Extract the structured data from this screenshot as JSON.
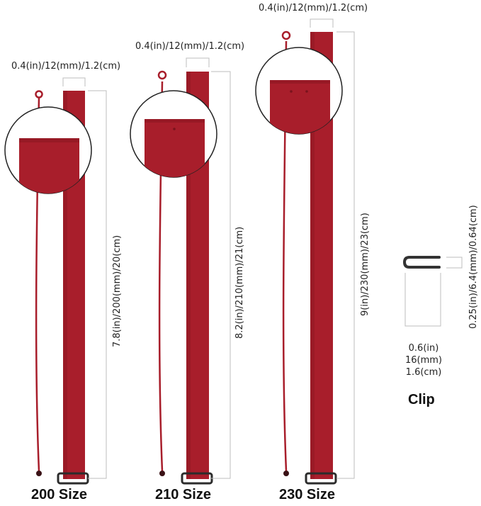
{
  "products": [
    {
      "size_label": "200 Size",
      "width_label": "0.4(in)/12(mm)/1.2(cm)",
      "length_label": "7.8(in)/200(mm)/20(cm)"
    },
    {
      "size_label": "210 Size",
      "width_label": "0.4(in)/12(mm)/1.2(cm)",
      "length_label": "8.2(in)/210(mm)/21(cm)"
    },
    {
      "size_label": "230 Size",
      "width_label": "0.4(in)/12(mm)/1.2(cm)",
      "length_label": "9(in)/230(mm)/23(cm)"
    }
  ],
  "clip": {
    "title": "Clip",
    "height_label": "0.25(in)/6.4(mm)/0.64(cm)",
    "width_lines": [
      "0.6(in)",
      "16(mm)",
      "1.6(cm)"
    ]
  },
  "colors": {
    "strap": "#a81e2b",
    "strap_dark": "#8c1622",
    "measure_line": "#bdbdbd",
    "clip_frame": "#333333"
  }
}
